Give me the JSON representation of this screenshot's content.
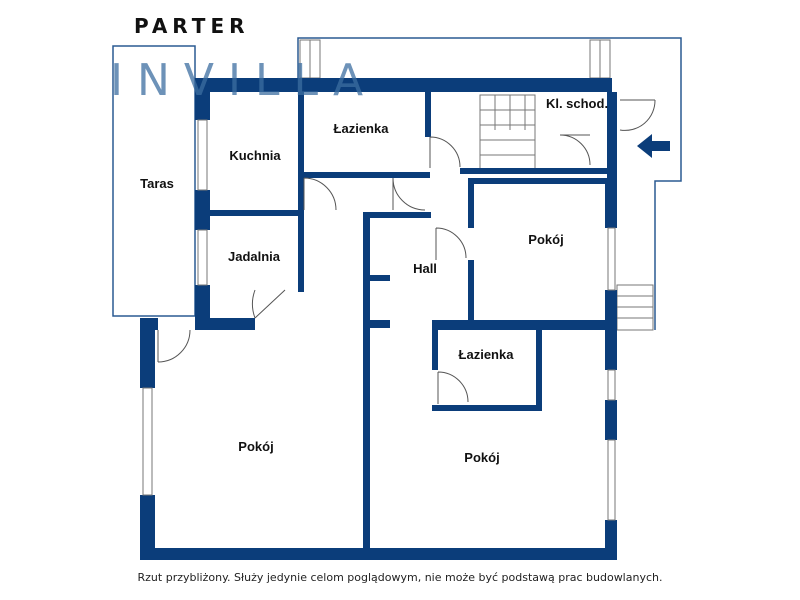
{
  "title": "PARTER",
  "logo": "INVILLA",
  "rooms": {
    "taras": "Taras",
    "kuchnia": "Kuchnia",
    "lazienka_top": "Łazienka",
    "kl_schod": "Kl. schod.",
    "jadalnia": "Jadalnia",
    "hall": "Hall",
    "pokoj_right": "Pokój",
    "lazienka_bottom": "Łazienka",
    "pokoj_left": "Pokój",
    "pokoj_center": "Pokój"
  },
  "note": "Rzut przybliżony. Służy jedynie celom poglądowym, nie może być podstawą prac budowlanych.",
  "colors": {
    "wall": "#0b3d7a",
    "logo_accent": "#c9a27a"
  }
}
